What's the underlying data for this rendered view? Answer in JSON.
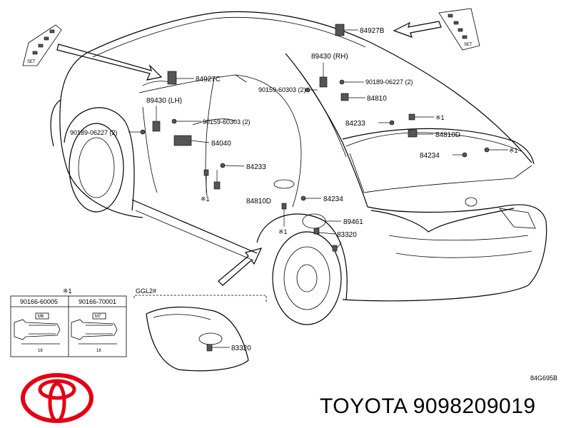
{
  "callouts": {
    "p84927B": "84927B",
    "p84927C": "84927C",
    "p89430RH": "89430 (RH)",
    "p89430LH": "89430 (LH)",
    "p90189R": "90189-06227 (2)",
    "p90159R": "90159-60303 (2)",
    "p84810": "84810",
    "p90159L": "90159-60303 (2)",
    "p90189L": "90189-06227 (2)",
    "p84040": "84040",
    "p84233A": "84233",
    "p84810DA": "84810D",
    "p84233B": "84233",
    "p84810DB": "84810D",
    "p84234A": "84234",
    "p84234B": "84234",
    "p89461": "89461",
    "p83320A": "83320",
    "p83320B": "83320",
    "ref1": "※1",
    "ref2": "※1",
    "ref3": "※1",
    "ref4": "※1"
  },
  "clip_table": {
    "ref": "※1",
    "col1": "90166-60005",
    "col2": "90166-70001",
    "size1": "M6",
    "size2": "M7",
    "len1": "18",
    "len2": "18"
  },
  "grade_label": "GGL2#",
  "diagram_code": "84G695B",
  "switch_labels": {
    "set": "SET"
  },
  "brand_text": "TOYOTA 9098209019"
}
